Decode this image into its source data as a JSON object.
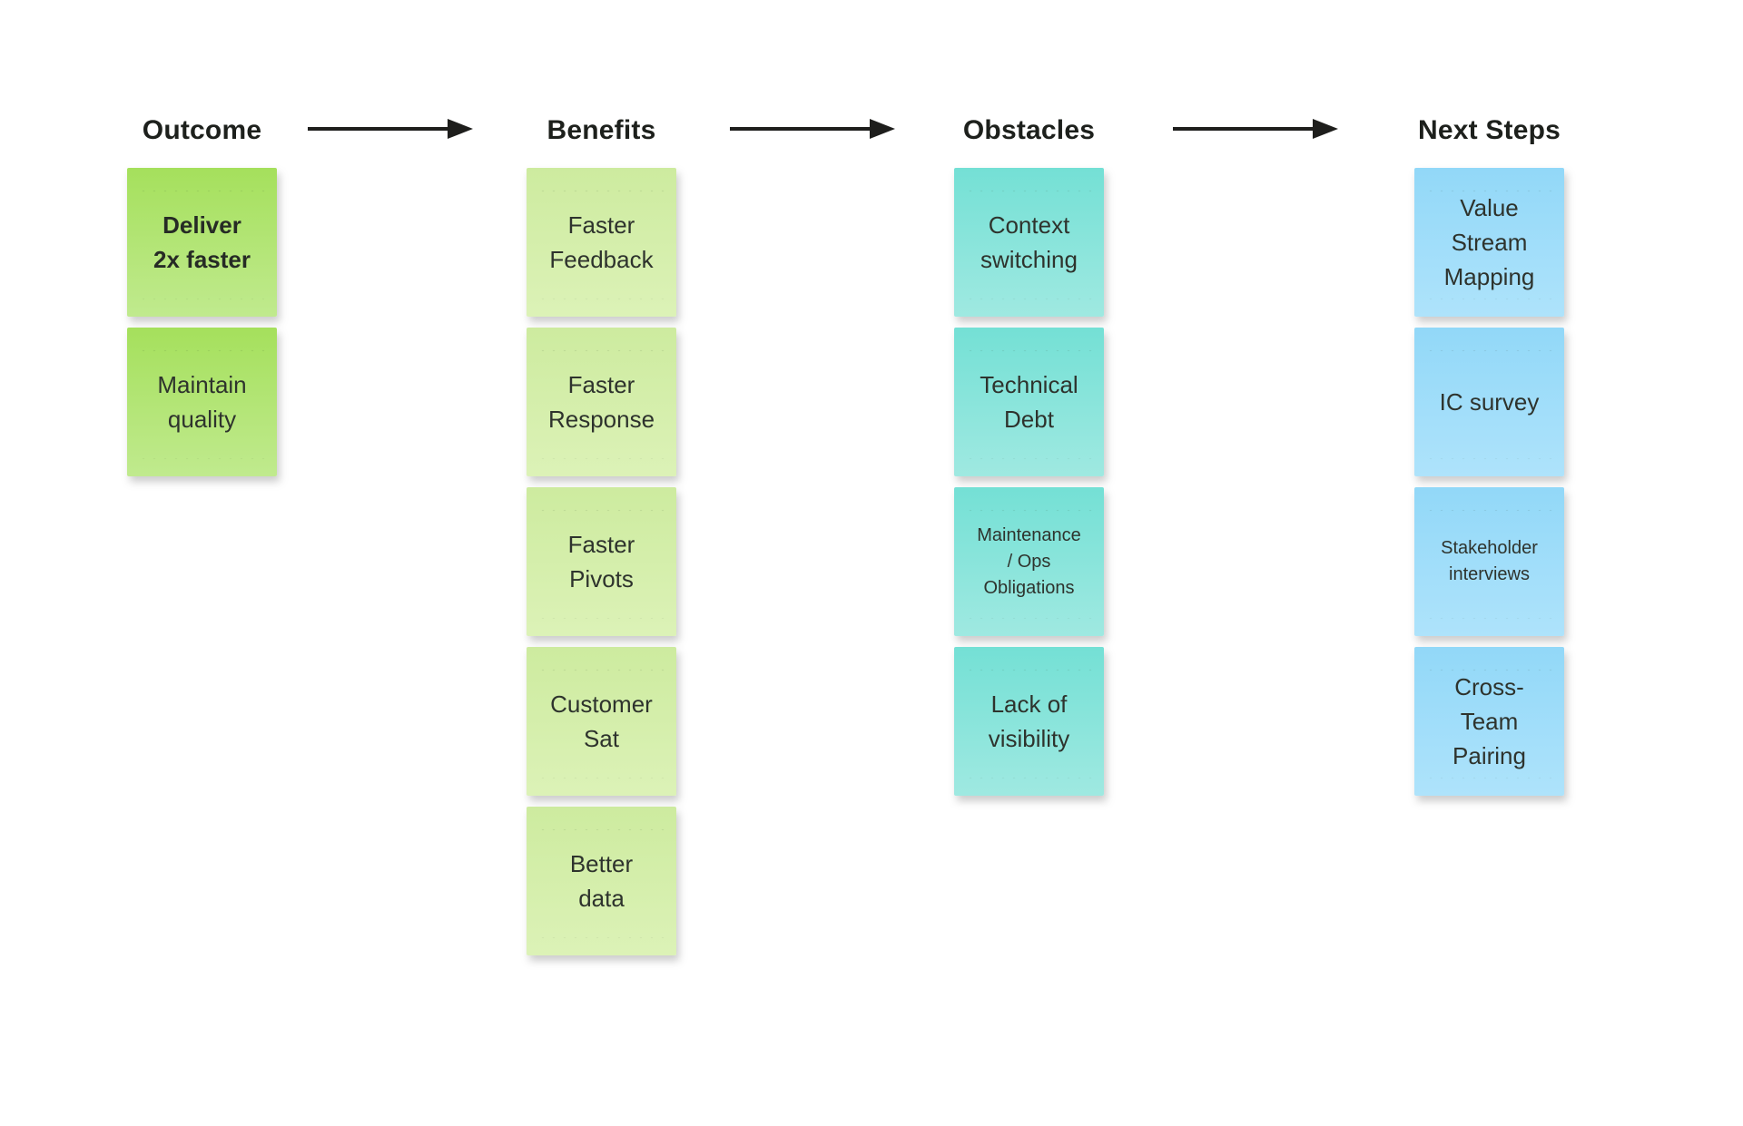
{
  "board": {
    "background_color": "#ffffff",
    "header_text_color": "#1d201c",
    "note_text_color": "#2e332d",
    "arrow_color": "#1e1e1c"
  },
  "columns": [
    {
      "header": "Outcome",
      "note_color_top": "#a5e05c",
      "note_color_bottom": "#c0ea8e",
      "notes": [
        {
          "lines": [
            "Deliver",
            "2x faster"
          ],
          "bold": true,
          "small": false
        },
        {
          "lines": [
            "Maintain",
            "quality"
          ],
          "bold": false,
          "small": false
        }
      ]
    },
    {
      "header": "Benefits",
      "note_color_top": "#cdeb9f",
      "note_color_bottom": "#dcf2b7",
      "notes": [
        {
          "lines": [
            "Faster",
            "Feedback"
          ],
          "bold": false,
          "small": false
        },
        {
          "lines": [
            "Faster",
            "Response"
          ],
          "bold": false,
          "small": false
        },
        {
          "lines": [
            "Faster",
            "Pivots"
          ],
          "bold": false,
          "small": false
        },
        {
          "lines": [
            "Customer",
            "Sat"
          ],
          "bold": false,
          "small": false
        },
        {
          "lines": [
            "Better",
            "data"
          ],
          "bold": false,
          "small": false
        }
      ]
    },
    {
      "header": "Obstacles",
      "note_color_top": "#74e0d5",
      "note_color_bottom": "#9fe9e1",
      "notes": [
        {
          "lines": [
            "Context",
            "switching"
          ],
          "bold": false,
          "small": false
        },
        {
          "lines": [
            "Technical",
            "Debt"
          ],
          "bold": false,
          "small": false
        },
        {
          "lines": [
            "Maintenance",
            "/ Ops",
            "Obligations"
          ],
          "bold": false,
          "small": true
        },
        {
          "lines": [
            "Lack of",
            "visibility"
          ],
          "bold": false,
          "small": false
        }
      ]
    },
    {
      "header": "Next Steps",
      "note_color_top": "#92d8f8",
      "note_color_bottom": "#aee3fb",
      "notes": [
        {
          "lines": [
            "Value",
            "Stream",
            "Mapping"
          ],
          "bold": false,
          "small": false
        },
        {
          "lines": [
            "IC survey"
          ],
          "bold": false,
          "small": false
        },
        {
          "lines": [
            "Stakeholder",
            "interviews"
          ],
          "bold": false,
          "small": true
        },
        {
          "lines": [
            "Cross-",
            "Team",
            "Pairing"
          ],
          "bold": false,
          "small": false
        }
      ]
    }
  ],
  "arrows": [
    {
      "from": "Outcome",
      "to": "Benefits"
    },
    {
      "from": "Benefits",
      "to": "Obstacles"
    },
    {
      "from": "Obstacles",
      "to": "Next Steps"
    }
  ]
}
